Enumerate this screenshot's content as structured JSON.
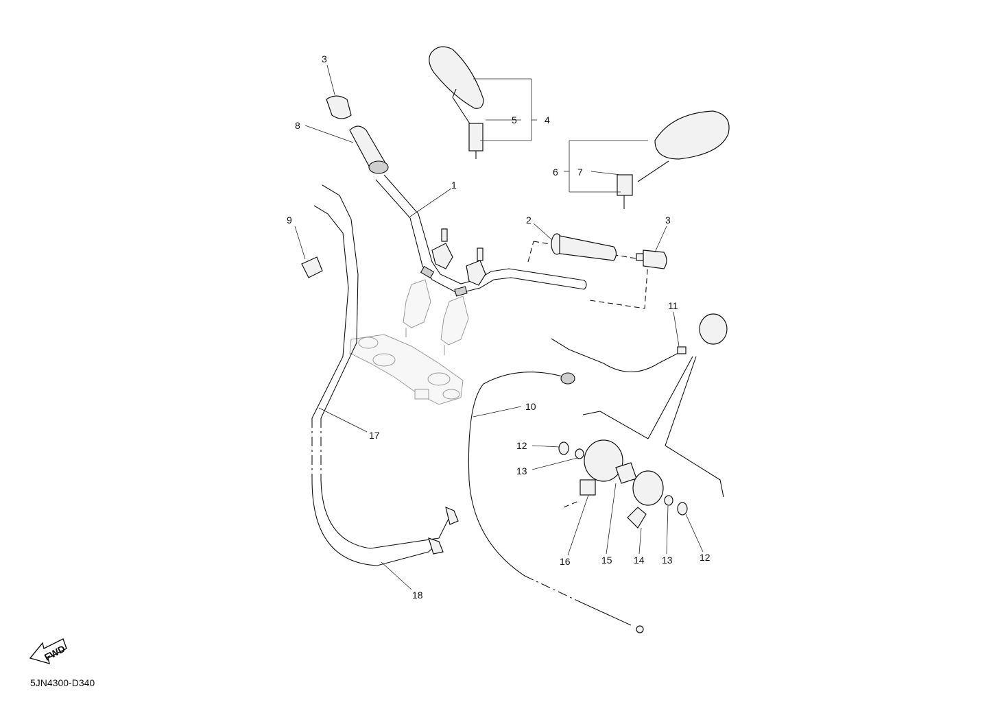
{
  "diagram": {
    "drawing_code": "5JN4300-D340",
    "fwd_label": "FWD",
    "callouts": [
      "1",
      "2",
      "3",
      "3",
      "4",
      "5",
      "6",
      "7",
      "8",
      "9",
      "10",
      "11",
      "12",
      "12",
      "13",
      "13",
      "14",
      "15",
      "16",
      "17",
      "18"
    ]
  }
}
